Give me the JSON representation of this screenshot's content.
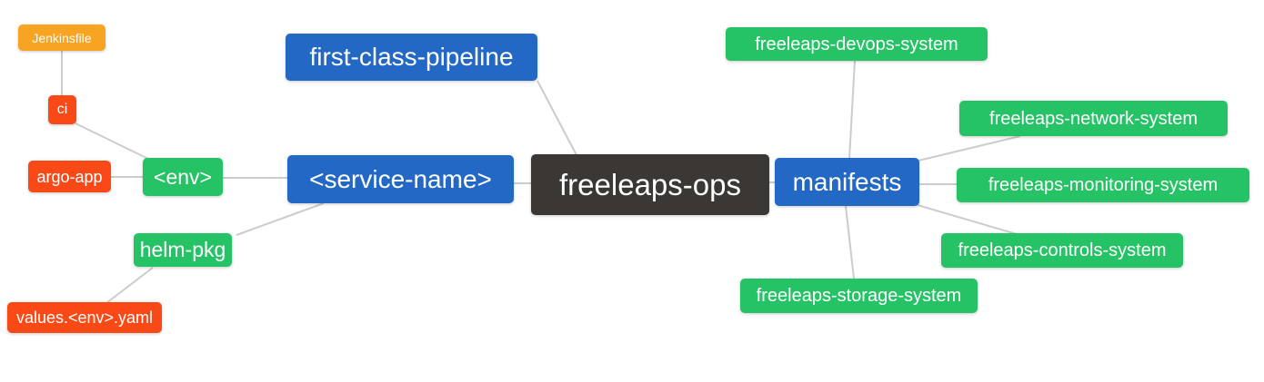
{
  "colors": {
    "blue": "#2368c4",
    "green": "#25c365",
    "orange": "#f8a423",
    "red": "#f94917",
    "dark": "#3a3735",
    "edge": "#cccccc",
    "text": "#ffffff",
    "background": "#ffffff"
  },
  "nodes": {
    "jenkinsfile": {
      "label": "Jenkinsfile",
      "color": "orange"
    },
    "ci": {
      "label": "ci",
      "color": "red"
    },
    "argo_app": {
      "label": "argo-app",
      "color": "red"
    },
    "env": {
      "label": "<env>",
      "color": "green"
    },
    "helm_pkg": {
      "label": "helm-pkg",
      "color": "green"
    },
    "values_env_yaml": {
      "label": "values.<env>.yaml",
      "color": "red"
    },
    "first_class_pipeline": {
      "label": "first-class-pipeline",
      "color": "blue"
    },
    "service_name": {
      "label": "<service-name>",
      "color": "blue"
    },
    "freeleaps_ops": {
      "label": "freeleaps-ops",
      "color": "dark"
    },
    "manifests": {
      "label": "manifests",
      "color": "blue"
    },
    "devops_system": {
      "label": "freeleaps-devops-system",
      "color": "green"
    },
    "network_system": {
      "label": "freeleaps-network-system",
      "color": "green"
    },
    "monitoring_system": {
      "label": "freeleaps-monitoring-system",
      "color": "green"
    },
    "controls_system": {
      "label": "freeleaps-controls-system",
      "color": "green"
    },
    "storage_system": {
      "label": "freeleaps-storage-system",
      "color": "green"
    }
  },
  "edges": [
    {
      "from": "jenkinsfile",
      "to": "ci"
    },
    {
      "from": "ci",
      "to": "env"
    },
    {
      "from": "argo_app",
      "to": "env"
    },
    {
      "from": "env",
      "to": "service_name"
    },
    {
      "from": "helm_pkg",
      "to": "service_name"
    },
    {
      "from": "values_env_yaml",
      "to": "helm_pkg"
    },
    {
      "from": "first_class_pipeline",
      "to": "freeleaps_ops"
    },
    {
      "from": "service_name",
      "to": "freeleaps_ops"
    },
    {
      "from": "freeleaps_ops",
      "to": "manifests"
    },
    {
      "from": "manifests",
      "to": "devops_system"
    },
    {
      "from": "manifests",
      "to": "network_system"
    },
    {
      "from": "manifests",
      "to": "monitoring_system"
    },
    {
      "from": "manifests",
      "to": "controls_system"
    },
    {
      "from": "manifests",
      "to": "storage_system"
    }
  ]
}
